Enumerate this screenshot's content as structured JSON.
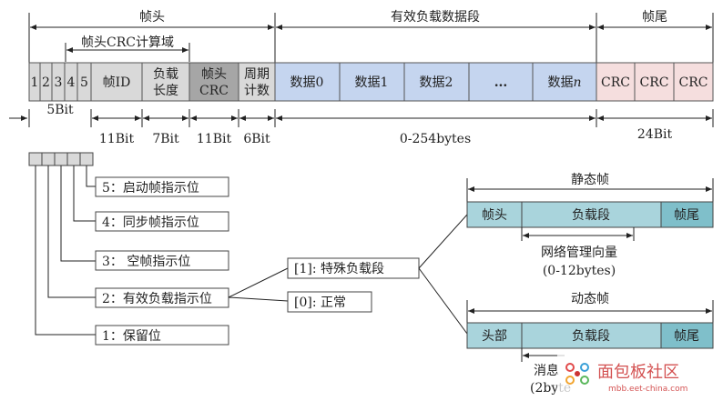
{
  "header": {
    "frame_head": "帧头",
    "payload": "有效负载数据段",
    "frame_tail": "帧尾",
    "crc_range": "帧头CRC计算域"
  },
  "fields": {
    "b1": "1",
    "b2": "2",
    "b3": "3",
    "b4": "4",
    "b5": "5",
    "frame_id": "帧ID",
    "payload_len_1": "负载",
    "payload_len_2": "长度",
    "head_crc_1": "帧头",
    "head_crc_2": "CRC",
    "cycle_1": "周期",
    "cycle_2": "计数",
    "data0": "数据0",
    "data1": "数据1",
    "data2": "数据2",
    "ellipsis": "...",
    "datan_a": "数据",
    "datan_b": "n",
    "crc1": "CRC",
    "crc2": "CRC",
    "crc3": "CRC"
  },
  "sizes": {
    "s5": "5Bit",
    "s11a": "11Bit",
    "s7": "7Bit",
    "s11b": "11Bit",
    "s6": "6Bit",
    "payload": "0-254bytes",
    "tail": "24Bit"
  },
  "indicators": {
    "i5": "5：启动帧指示位",
    "i4": "4：同步帧指示位",
    "i3": "3：  空帧指示位",
    "i2": "2：有效负载指示位",
    "i1": "1：保留位"
  },
  "branches": {
    "special": "[1]: 特殊负载段",
    "normal": "[0]: 正常"
  },
  "static_frame": {
    "title": "静态帧",
    "head": "帧头",
    "payload": "负载段",
    "tail": "帧尾",
    "note1": "网络管理向量",
    "note2": "(0-12bytes)"
  },
  "dynamic_frame": {
    "title": "动态帧",
    "head": "头部",
    "payload": "负载段",
    "tail": "帧尾",
    "note1": "消息",
    "note2": "(2byte"
  },
  "watermark": {
    "text": "面包板社区",
    "url": "mbb.eet-china.com"
  },
  "colors": {
    "light_gray": "#d9d9d9",
    "mid_gray": "#a6a6a6",
    "blue": "#c5d5ef",
    "pink": "#f5dede",
    "teal": "#a9d4dc",
    "teal_dark": "#7fbfca"
  }
}
